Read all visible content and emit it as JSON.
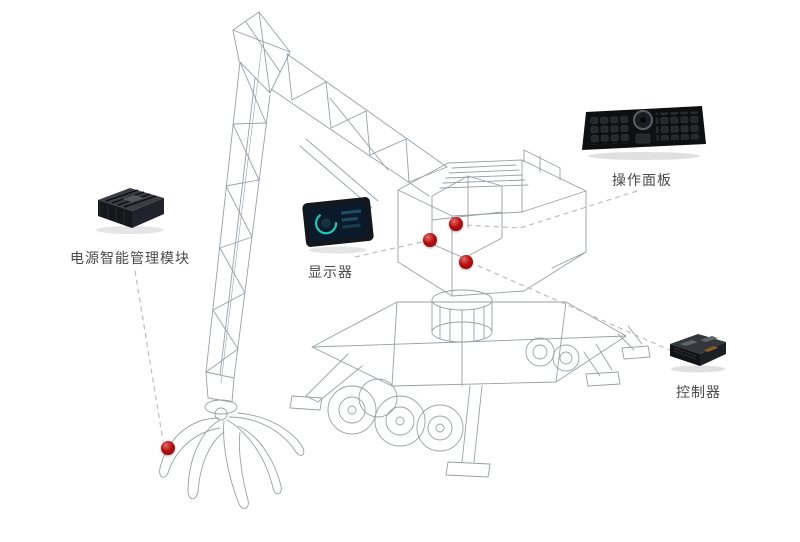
{
  "figure": {
    "callouts": [
      {
        "label": "电源智能管理模块"
      },
      {
        "label": "显示器"
      },
      {
        "label": "操作面板"
      },
      {
        "label": "控制器"
      }
    ],
    "markers": [
      "grab-claw",
      "display-position",
      "panel-position",
      "controller-position"
    ]
  },
  "colors": {
    "background": "#ffffff",
    "marker_red": "#bf1010",
    "connector_gray": "#bdbdbd",
    "label_text": "#4a4a4a",
    "wireframe_gray": "#98a0a6"
  }
}
